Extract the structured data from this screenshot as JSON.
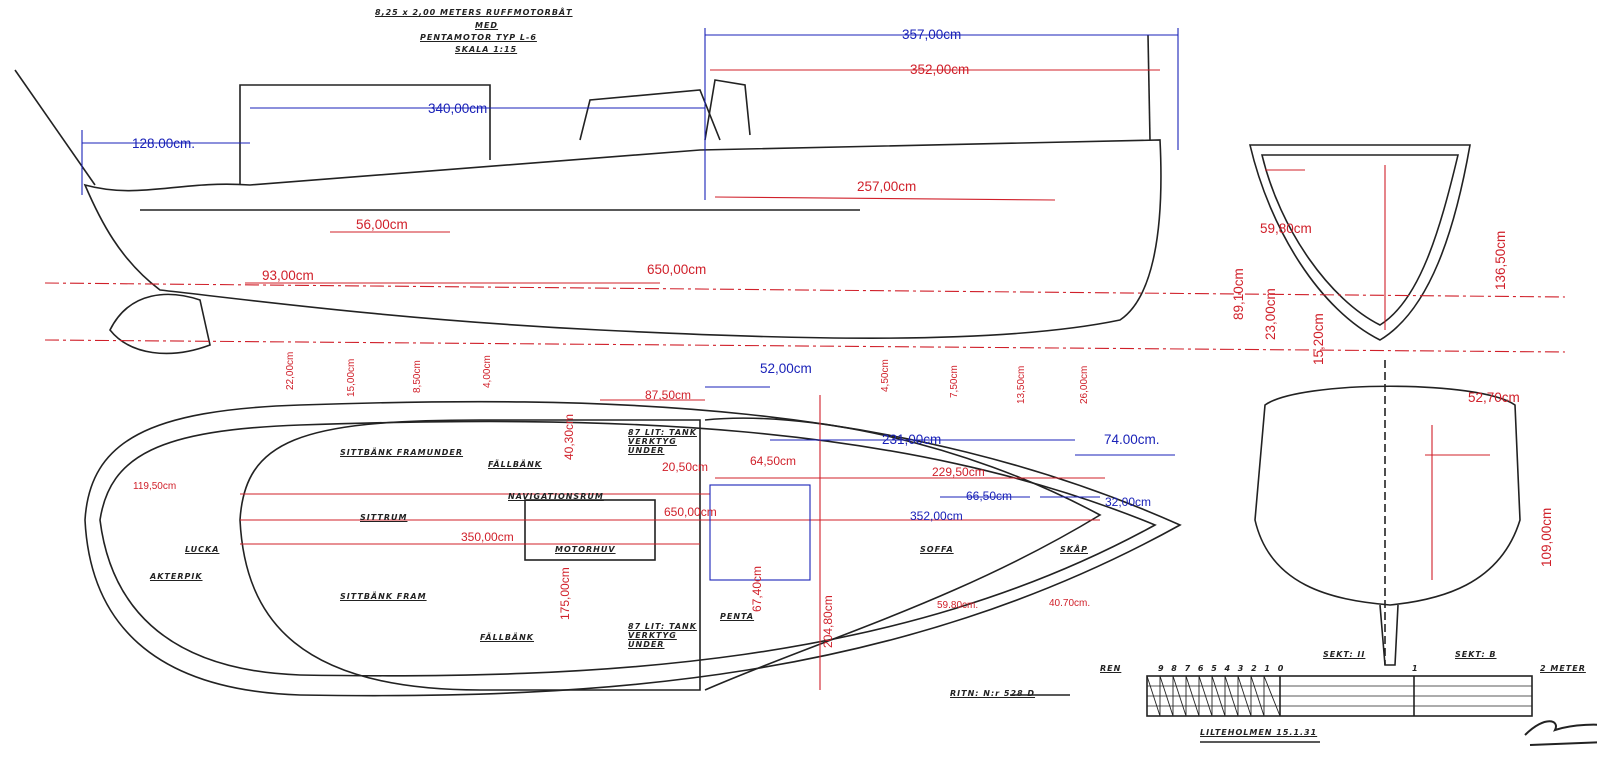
{
  "title_block": {
    "line1": "8,25 x 2,00 METERS RUFFMOTORBÅT",
    "line2": "MED",
    "line3": "PENTAMOTOR TYP L-6",
    "line4": "SKALA 1:15"
  },
  "drawing_notes": {
    "drawing_number": "RITN: N:r 528 D",
    "place_date": "LILTEHOLMEN 15.1.31",
    "section_a": "SEKT: II",
    "section_b": "SEKT: B",
    "scale_start": "REN",
    "scale_end": "2 METER",
    "scale_ticks": [
      "9",
      "8",
      "7",
      "6",
      "5",
      "4",
      "3",
      "2",
      "1",
      "0",
      "1"
    ],
    "signature": "signature"
  },
  "room_labels": [
    "SITTBÄNK FRAMUNDER",
    "FÄLLBÄNK",
    "NAVIGATIONSRUM",
    "SITTRUM",
    "MOTORHUV",
    "LUCKA",
    "AKTERPIK",
    "SITTBÄNK FRAM",
    "FÄLLBÄNK",
    "PENTA",
    "SOFFA",
    "SKÅP",
    "87 LIT: TANK VERKTYG UNDER",
    "87 LIT: TANK VERKTYG UNDER"
  ],
  "dimensions_blue": {
    "d357": "357,00cm",
    "d340": "340,00cm",
    "d128": "128.00cm.",
    "d52": "52,00cm",
    "d231": "231,00cm",
    "d74": "74.00cm.",
    "d66": "66,50cm",
    "d32": "32,00cm",
    "d352b": "352,00cm"
  },
  "dimensions_red": {
    "d352": "352,00cm",
    "d257": "257,00cm",
    "d56": "56,00cm",
    "d93": "93,00cm",
    "d650a": "650,00cm",
    "d5980": "59,80cm",
    "d13650": "136,50cm",
    "d8910": "89,10cm",
    "d2300": "23,00cm",
    "d1520": "15,20cm",
    "d2200": "22,00cm",
    "d1500": "15,00cm",
    "d850": "8,50cm",
    "d400": "4,00cm",
    "d450": "4,50cm",
    "d750": "7,50cm",
    "d1350": "13,50cm",
    "d2600": "26,00cm",
    "d8750": "87,50cm",
    "d4030": "40,30cm",
    "d2050": "20,50cm",
    "d6450": "64,50cm",
    "d22950": "229,50cm",
    "d11950": "119,50cm",
    "d650b": "650,00cm",
    "d350": "350,00cm",
    "d175": "175,00cm",
    "d6740": "67,40cm",
    "d20480": "204,80cm",
    "d598": "59.80cm.",
    "d407": "40.70cm.",
    "d5270": "52,70cm",
    "d109": "109,00cm"
  },
  "colors": {
    "red": "#d0202a",
    "blue": "#1a22b8",
    "ink": "#222222"
  }
}
